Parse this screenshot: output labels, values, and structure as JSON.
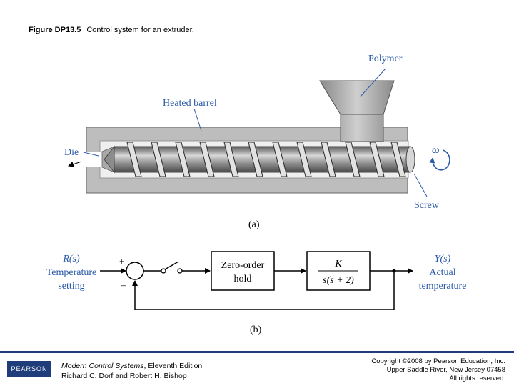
{
  "figure": {
    "number": "Figure DP13.5",
    "caption": "Control system for an extruder."
  },
  "extruder": {
    "polymer_label": "Polymer",
    "barrel_label": "Heated barrel",
    "die_label": "Die",
    "omega_label": "ω",
    "screw_label": "Screw",
    "part_label": "(a)"
  },
  "block_diagram": {
    "input_symbol": "R(s)",
    "input_line1": "Temperature",
    "input_line2": "setting",
    "plus_sign": "+",
    "minus_sign": "–",
    "zoh_line1": "Zero-order",
    "zoh_line2": "hold",
    "tf_numerator": "K",
    "tf_denominator": "s(s + 2)",
    "output_symbol": "Y(s)",
    "output_line1": "Actual",
    "output_line2": "temperature",
    "part_label": "(b)"
  },
  "footer": {
    "logo_text": "PEARSON",
    "book_title": "Modern Control Systems",
    "book_edition": ", Eleventh Edition",
    "book_authors": "Richard C. Dorf and Robert H. Bishop",
    "copyright_line1": "Copyright ©2008 by Pearson Education, Inc.",
    "copyright_line2": "Upper Saddle River, New Jersey 07458",
    "copyright_line3": "All rights reserved."
  }
}
